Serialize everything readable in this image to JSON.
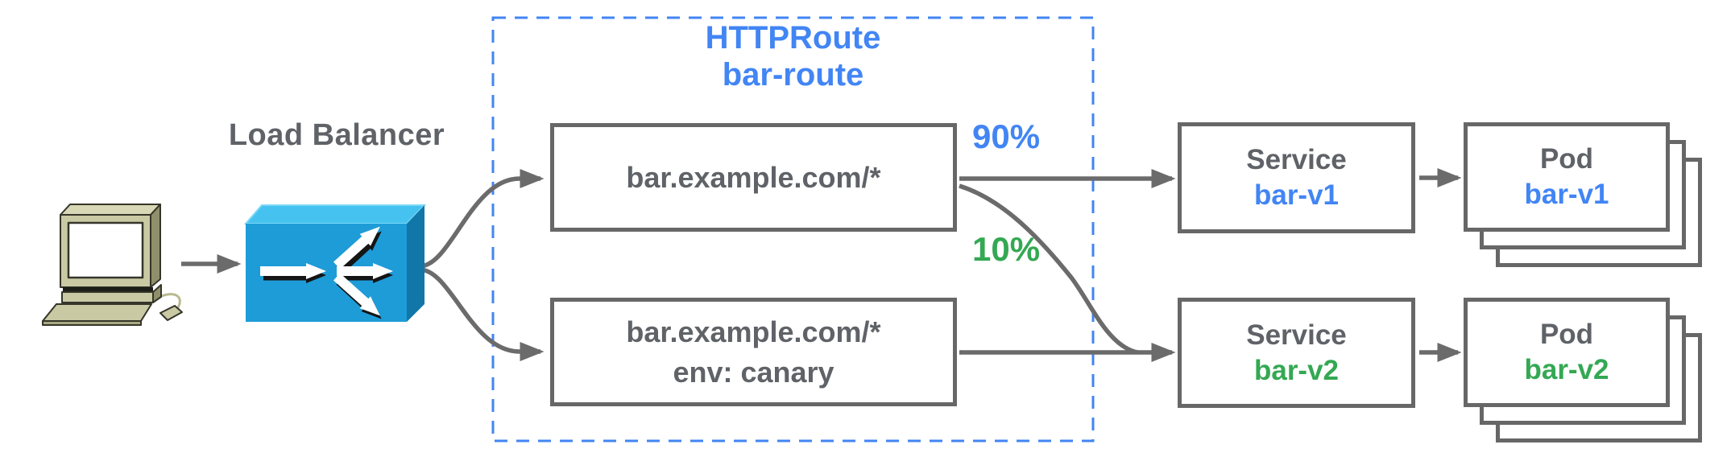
{
  "load_balancer_label": "Load Balancer",
  "httproute": {
    "kind": "HTTPRoute",
    "name": "bar-route",
    "rules": {
      "primary": {
        "host": "bar.example.com/*"
      },
      "canary": {
        "host": "bar.example.com/*",
        "header": "env: canary"
      }
    }
  },
  "weights": {
    "primary": "90%",
    "canary": "10%"
  },
  "nodes": {
    "service_v1": {
      "kind": "Service",
      "name": "bar-v1"
    },
    "pod_v1": {
      "kind": "Pod",
      "name": "bar-v1"
    },
    "service_v2": {
      "kind": "Service",
      "name": "bar-v2"
    },
    "pod_v2": {
      "kind": "Pod",
      "name": "bar-v2"
    }
  },
  "colors": {
    "accent_blue": "#4285F4",
    "accent_green": "#34A853",
    "text_gray": "#5F6368",
    "border_gray": "#676767",
    "connector_gray": "#6B6B6B",
    "lb_blue_front": "#1E9CD8",
    "lb_blue_top": "#45C2F0",
    "lb_blue_side": "#1176A8",
    "computer_beige": "#C9C9A4"
  }
}
